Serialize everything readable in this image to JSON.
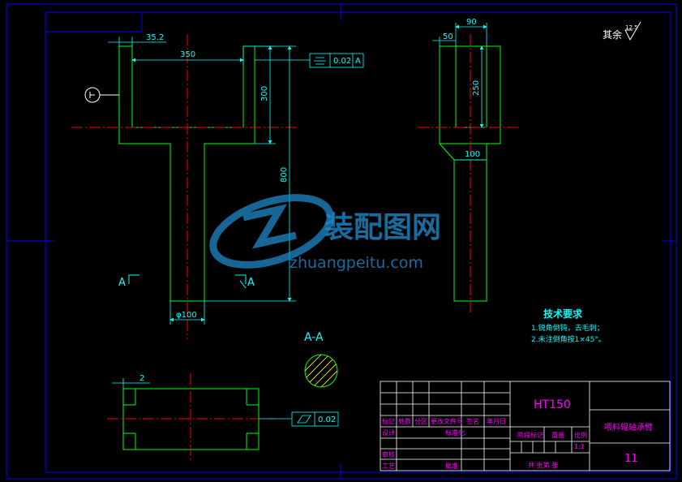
{
  "dimensions": {
    "d35_2": "35.2",
    "d350": "350",
    "d300": "300",
    "d800": "800",
    "d_phi100": "φ100",
    "d2": "2",
    "d50": "50",
    "d90": "90",
    "d250": "250",
    "d100": "100"
  },
  "tolerances": {
    "flatness_value": "0.02",
    "flatness_datum": "A",
    "parallelism_value": "0.02"
  },
  "section_labels": {
    "left_A": "A",
    "right_A": "A",
    "section_title": "A-A"
  },
  "roughness": {
    "prefix": "其余",
    "value": "12.5"
  },
  "tech_requirements": {
    "title": "技术要求",
    "item1": "1.锐角倒钝，去毛刺；",
    "item2": "2.未注倒角按1×45°。"
  },
  "title_block": {
    "material": "HT150",
    "part_name": "喂料辊轴承臂",
    "drawing_no": "11",
    "hdr_mark": "标记",
    "hdr_count": "处数",
    "hdr_zone": "分区",
    "hdr_change_doc": "更改文件号",
    "hdr_sign": "签名",
    "hdr_date": "年月日",
    "row_design": "设计",
    "row_standard": "标准化",
    "row_review": "审核",
    "row_process": "工艺",
    "row_approve": "批准",
    "stage_mark": "阶段标记",
    "weight": "重量",
    "scale": "比例",
    "scale_value": "1:1",
    "sheets": "共    张第    张"
  },
  "watermark": {
    "cn": "装配图网",
    "url": "zhuangpeitu.com"
  },
  "colors": {
    "outline": "#00ff00",
    "dimension": "#00ffff",
    "centerline": "#ff0000",
    "frame": "#0000ff",
    "title_block": "#ffffff",
    "labels": "#ff00ff",
    "hatch": "#ffff00"
  }
}
